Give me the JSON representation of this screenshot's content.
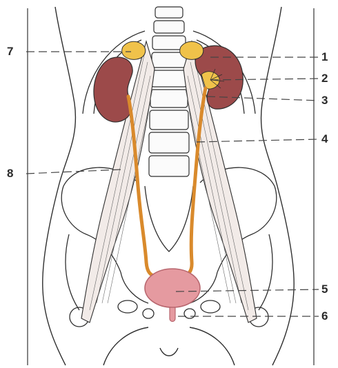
{
  "callouts": {
    "c1": "1",
    "c2": "2",
    "c3": "3",
    "c4": "4",
    "c5": "5",
    "c6": "6",
    "c7": "7",
    "c8": "8"
  },
  "colors": {
    "kidney": "#9c4a4a",
    "kidney_shade": "#7f3535",
    "adrenal": "#f0c24a",
    "ureter": "#d98a2c",
    "bladder": "#e59aa0",
    "bladder_edge": "#b8666e",
    "muscle": "#f2ebe8",
    "outline": "#2e2e2e",
    "leader": "#444444"
  }
}
